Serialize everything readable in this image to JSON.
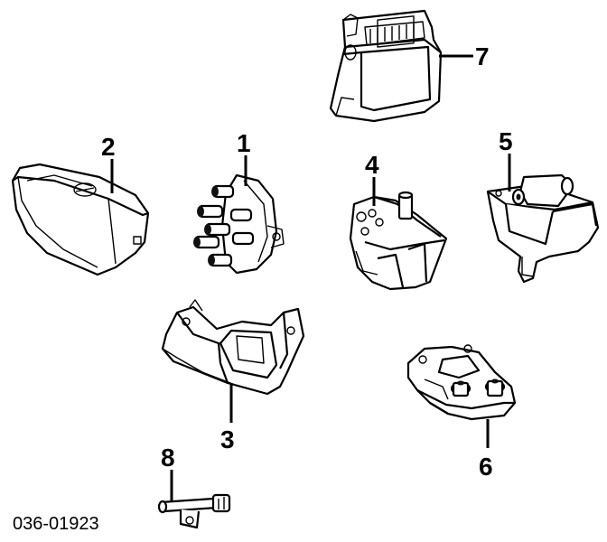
{
  "diagram": {
    "reference_code": "036-01923",
    "callouts": [
      {
        "id": "7",
        "label": "7"
      },
      {
        "id": "2",
        "label": "2"
      },
      {
        "id": "1",
        "label": "1"
      },
      {
        "id": "4",
        "label": "4"
      },
      {
        "id": "5",
        "label": "5"
      },
      {
        "id": "3",
        "label": "3"
      },
      {
        "id": "6",
        "label": "6"
      },
      {
        "id": "8",
        "label": "8"
      }
    ],
    "colors": {
      "line": "#000000",
      "background": "#ffffff"
    }
  }
}
